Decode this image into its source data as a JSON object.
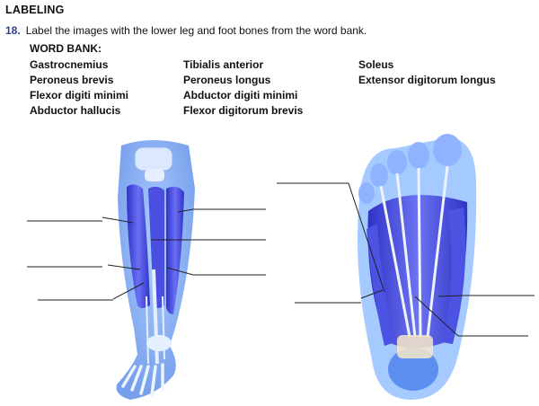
{
  "header": {
    "section_title": "LABELING"
  },
  "question": {
    "number": "18.",
    "text": "Label the images with the lower leg and foot bones from the word bank."
  },
  "word_bank": {
    "title": "WORD BANK:",
    "columns": [
      [
        "Gastrocnemius",
        "Peroneus brevis",
        "Flexor digiti minimi",
        "Abductor hallucis"
      ],
      [
        "Tibialis anterior",
        "Peroneus longus",
        "Abductor digiti minimi",
        "Flexor digitorum brevis"
      ],
      [
        "Soleus",
        "Extensor digitorum longus"
      ]
    ]
  },
  "colors": {
    "muscle_blue": "#3d3fd6",
    "muscle_light": "#6f7ff0",
    "bone_white": "#e8f0ff",
    "skin_glow": "#7fb3ff",
    "line": "#222222"
  }
}
